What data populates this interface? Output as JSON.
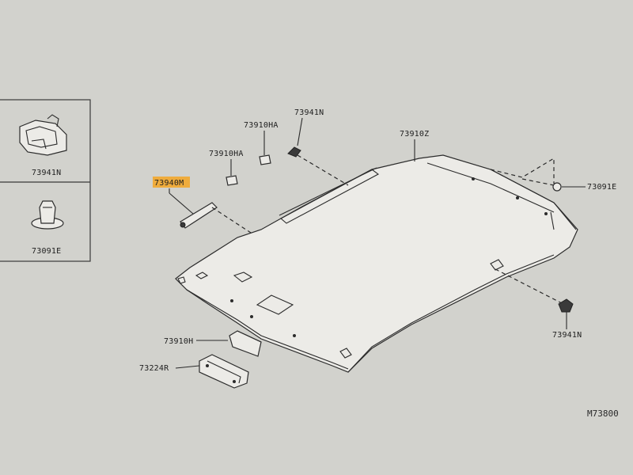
{
  "legend": {
    "items": [
      {
        "part_no": "73941N"
      },
      {
        "part_no": "73091E"
      }
    ]
  },
  "callouts": {
    "sunvisor_holder": "73940M",
    "clip_ha_upper": "73910HA",
    "clip_ha_lower": "73910HA",
    "clip_n_top": "73941N",
    "headlining": "73910Z",
    "clip_e_right": "73091E",
    "clip_n_bottom": "73941N",
    "pad_h": "73910H",
    "map_lamp_bracket": "73224R"
  },
  "highlight": {
    "target": "73940M",
    "color": "#f5a623"
  },
  "diagram_ref": "M73800",
  "colors": {
    "background": "#c9c9c5",
    "paper": "#eeede9",
    "line": "#2b2b2b"
  }
}
